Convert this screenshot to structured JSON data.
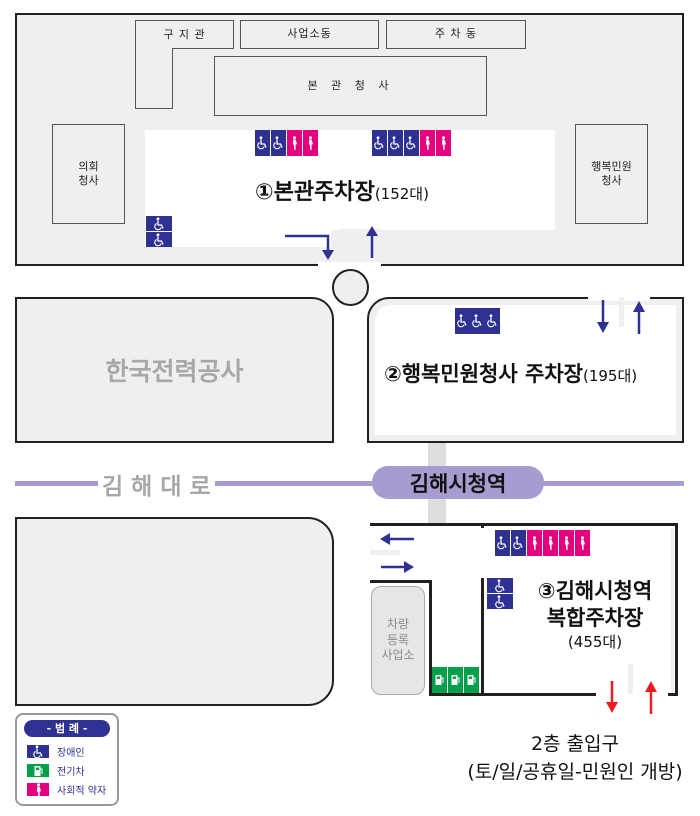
{
  "colors": {
    "disabled": "#2e3192",
    "ev": "#00a04a",
    "social_weak": "#e4007f",
    "road_line": "#a89bd0",
    "exit_arrow": "#ed1c24"
  },
  "buildings": {
    "old_annex": "구 지 관",
    "business_wing": "사업소동",
    "parking_wing": "주 차 동",
    "main_hall": "본 관 청 사",
    "council_hall": "의회\n청사",
    "happy_civil_hall": "행복민원\n청사",
    "kepco": "한국전력공사",
    "vehicle_registration": "차량\n등록\n사업소"
  },
  "lots": {
    "lot1": {
      "name": "①본관주차장",
      "capacity": "(152대)",
      "slot_groups": [
        [
          "w",
          "w",
          "p",
          "p"
        ],
        [
          "w",
          "w",
          "w",
          "p",
          "p"
        ]
      ],
      "side_slots": [
        "w",
        "w"
      ]
    },
    "lot2": {
      "name": "②행복민원청사 주차장",
      "capacity": "(195대)",
      "slot_groups": [
        [
          "w",
          "w",
          "w"
        ]
      ]
    },
    "lot3": {
      "name_line1": "③김해시청역",
      "name_line2": "복합주차장",
      "capacity": "(455대)",
      "slot_groups": [
        [
          "w",
          "w",
          "p",
          "p",
          "p",
          "p"
        ]
      ],
      "side_slots": [
        "w",
        "w"
      ],
      "ev_slots": [
        "e",
        "e",
        "e"
      ]
    }
  },
  "road": {
    "name": "김 해 대 로",
    "station": "김해시청역"
  },
  "entrance": {
    "line1": "2층 출입구",
    "line2": "(토/일/공휴일-민원인 개방)"
  },
  "legend": {
    "title": "- 범 례 -",
    "items": [
      {
        "type": "w",
        "label": "장애인"
      },
      {
        "type": "e",
        "label": "전기차"
      },
      {
        "type": "p",
        "label": "사회적 약자"
      }
    ]
  }
}
